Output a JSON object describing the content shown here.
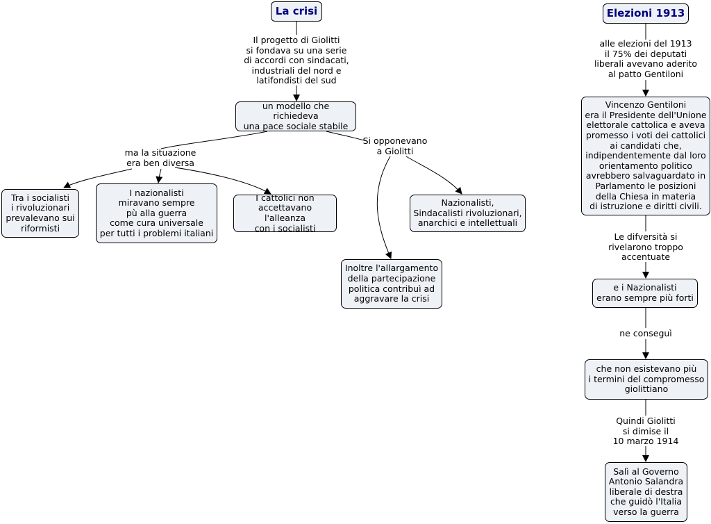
{
  "nodes": {
    "la_crisi": "La crisi",
    "elezioni": "Elezioni 1913",
    "modello": "un modello che richiedeva\nuna pace sociale stabile",
    "socialisti": "Tra i socialisti\ni rivoluzionari\nprevalevano sui\nriformisti",
    "nazionalisti": "I nazionalisti\nmiravano sempre\npù alla guerra\ncome cura universale\nper tutti i problemi italiani",
    "cattolici": "I cattolici non\naccettavano l'alleanza\ncon i socialisti",
    "oppositori": "Nazionalisti,\nSindacalisti rivoluzionari,\nanarchici e intellettuali",
    "allargamento": "Inoltre l'allargamento\ndella partecipazione\npolitica contribuì ad\naggravare la crisi",
    "gentiloni": "Vincenzo Gentiloni\nera il Presidente dell'Unione\nelettorale cattolica e aveva\npromesso i voti dei cattolici\nai candidati che,\nindipendentemente dal loro\norientamento politico\navrebbero salvaguardato in\nParlamento le posizioni\ndella Chiesa in materia\ndi istruzione e diritti civili.",
    "nazionalisti_forti": "e i Nazionalisti\nerano sempre più forti",
    "compromesso": "che non esistevano più\ni termini del compromesso\ngiolittiano",
    "salandra": "Salì al Governo\nAntonio Salandra\nliberale di destra\nche guidò l'Italia\nverso la guerra"
  },
  "links": {
    "progetto": "Il progetto di Giolitti\nsi fondava su una serie\ndi accordi con sindacati,\nindustriali del nord e\nlatifondisti del sud",
    "situazione": "ma la situazione\nera ben diversa",
    "opponevano": "Si opponevano\na Giolitti",
    "elezioni_1913": "alle elezioni del 1913\nil 75% dei deputati\nliberali avevano aderito\nal patto Gentiloni",
    "difversita": "Le difversità si\nrivelarono troppo\naccentuate",
    "consegui": "ne conseguì",
    "dimise": "Quindi Giolitti\nsi dimise il\n10 marzo 1914"
  },
  "colors": {
    "node_fill": "#eef2f7",
    "root_text": "#000080",
    "line": "#000000"
  }
}
